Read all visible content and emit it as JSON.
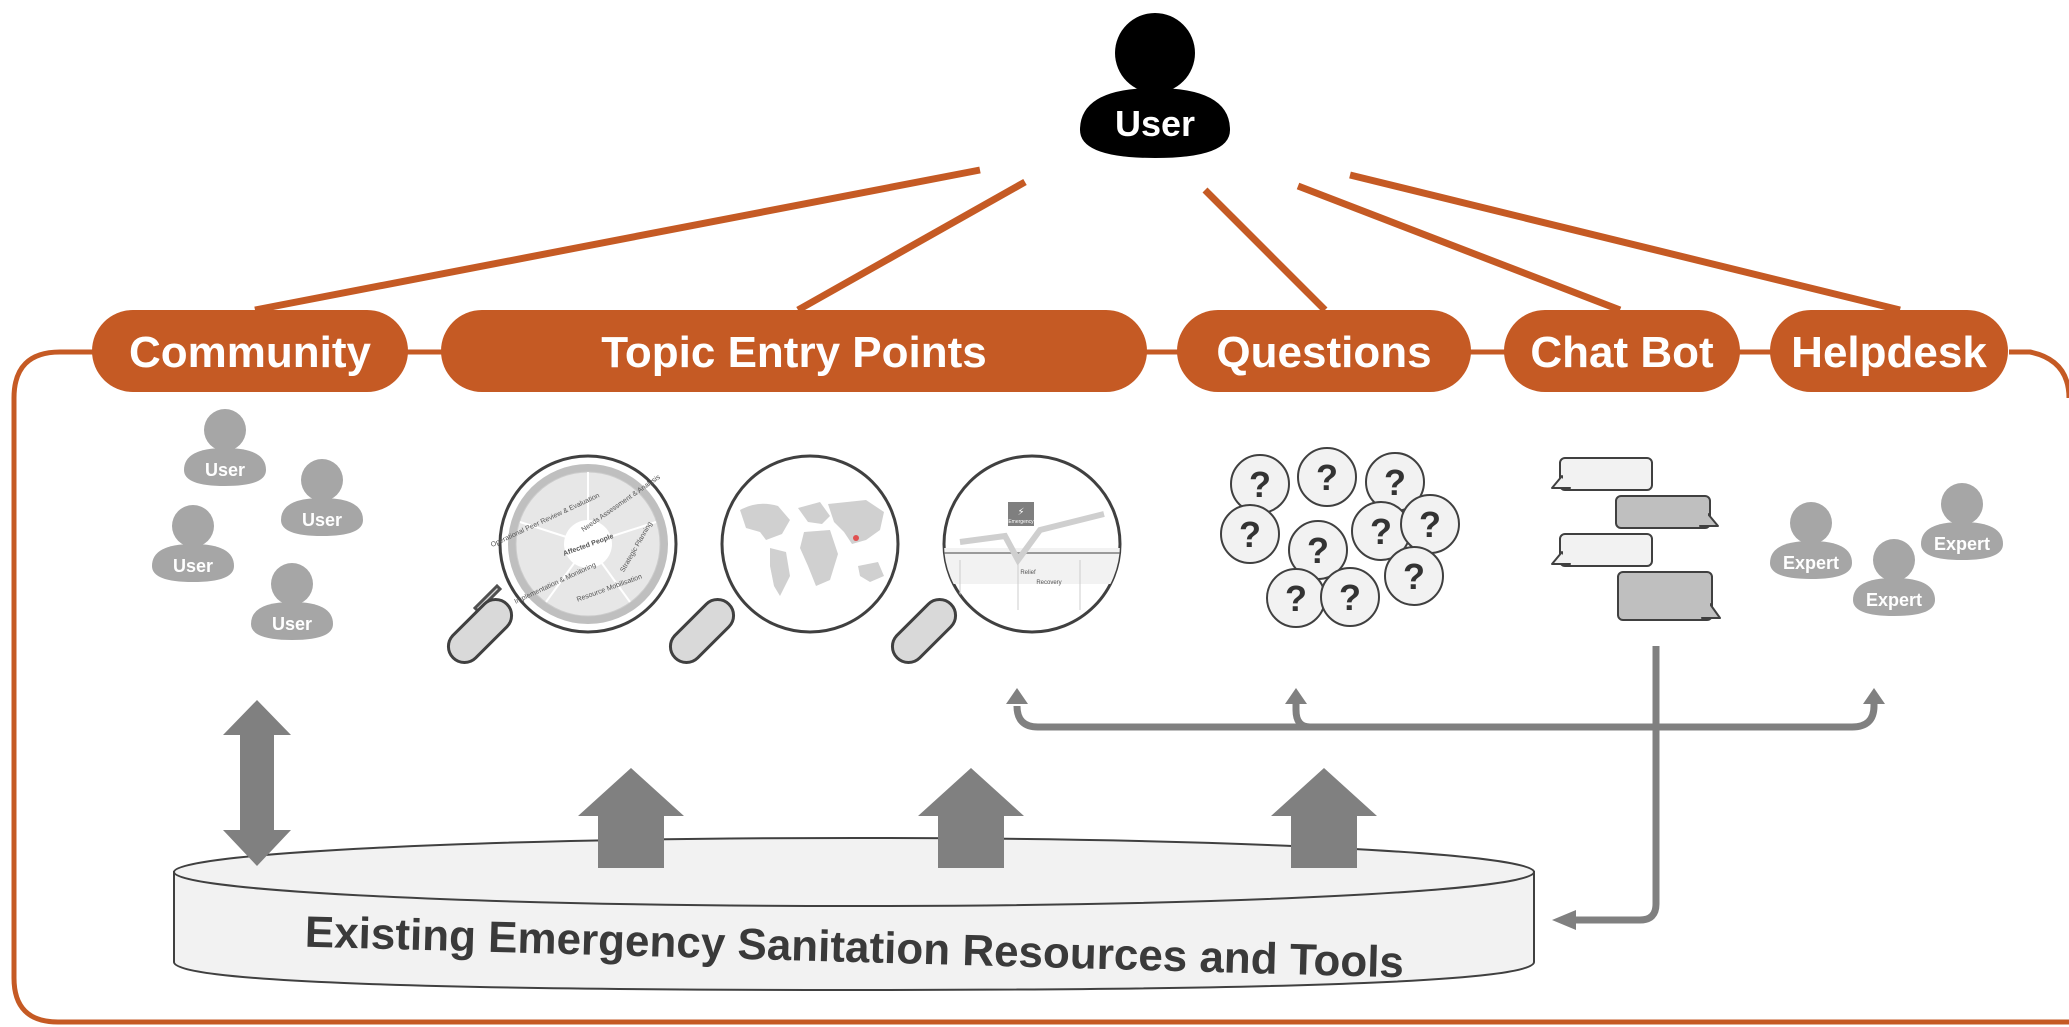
{
  "user": {
    "label": "User"
  },
  "channels": [
    {
      "id": "community",
      "label": "Community"
    },
    {
      "id": "topic-entry-points",
      "label": "Topic Entry Points"
    },
    {
      "id": "questions",
      "label": "Questions"
    },
    {
      "id": "chat-bot",
      "label": "Chat Bot"
    },
    {
      "id": "helpdesk",
      "label": "Helpdesk"
    }
  ],
  "community": {
    "members": [
      "User",
      "User",
      "User",
      "User"
    ]
  },
  "helpdesk": {
    "experts": [
      "Expert",
      "Expert",
      "Expert"
    ]
  },
  "questions": {
    "symbol": "?"
  },
  "topic_entry_points": {
    "lens1": {
      "center": "Affected People",
      "segments": [
        "Needs Assessment & Analysis",
        "Strategic Planning",
        "Resource Mobilisation",
        "Implementation & Monitoring",
        "Operational Peer Review & Evaluation"
      ]
    },
    "lens3": {
      "badge": "Emergency",
      "labels": [
        "Relief",
        "Recovery"
      ]
    }
  },
  "database": {
    "label": "Existing Emergency Sanitation Resources and Tools"
  },
  "colors": {
    "accent": "#c55a24",
    "gray": "#808080",
    "light_gray": "#a6a6a6",
    "black": "#000000"
  }
}
